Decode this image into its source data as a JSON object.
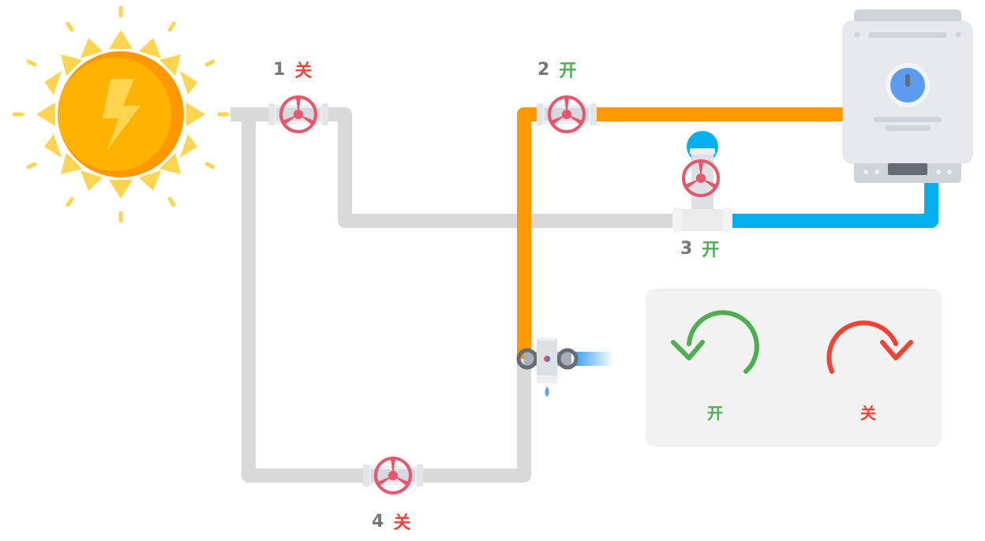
{
  "colors": {
    "open": "#4caf50",
    "closed": "#f44336",
    "hot_pipe": "#ff9800",
    "cold_pipe": "#03aeef",
    "idle_pipe": "#d9d9d9",
    "valve_wheel": "#e9556a"
  },
  "valves": [
    {
      "number": "1",
      "state": "关",
      "open": false
    },
    {
      "number": "2",
      "state": "开",
      "open": true
    },
    {
      "number": "3",
      "state": "开",
      "open": true
    },
    {
      "number": "4",
      "state": "关",
      "open": false
    }
  ],
  "legend": {
    "open_label": "开",
    "close_label": "关"
  }
}
